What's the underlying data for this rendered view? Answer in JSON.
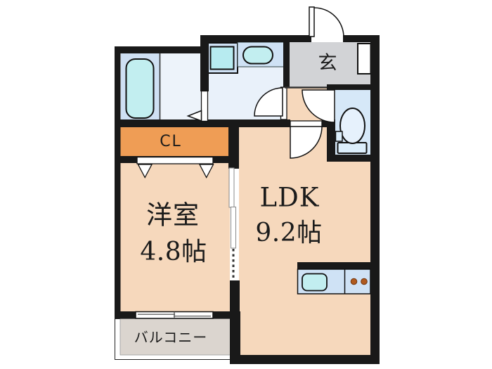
{
  "plan": {
    "type": "floorplan",
    "rooms": {
      "entrance_label": "玄",
      "closet_label": "CL",
      "western_room_label": "洋室",
      "western_room_size": "4.8帖",
      "ldk_label": "LDK",
      "ldk_size": "9.2帖",
      "balcony_label": "バルコニー"
    },
    "colors": {
      "wall": "#191919",
      "room_peach": "#f6d8bc",
      "closet_orange": "#ef9d55",
      "entrance_gray": "#d2d3d6",
      "bath_blue": "#cfe0f3",
      "washroom_blue": "#e9f1fa",
      "changing_blue": "#edf3fa",
      "toilet_blue": "#d6e8f8",
      "counter_blue": "#cfe2f5",
      "fixture_cyan": "#c2eef0",
      "machine_cyan": "#b7ebf0",
      "toilet_white": "#e6f1fc",
      "tank_blue": "#dceefb",
      "balcony_gray": "#dbd5cf",
      "burner_brown": "#b05a1e"
    }
  }
}
